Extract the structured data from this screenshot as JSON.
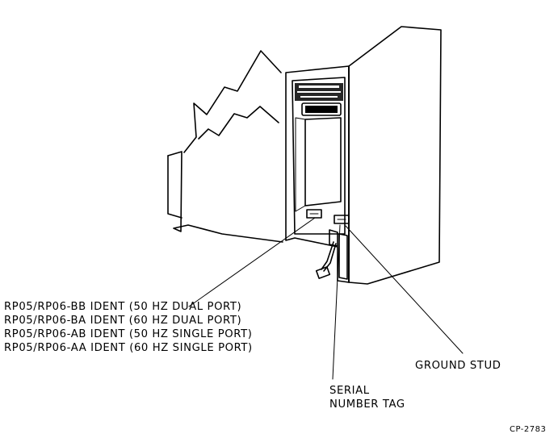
{
  "labels": {
    "ident_bb": "RP05/RP06-BB IDENT (50 HZ DUAL PORT)",
    "ident_ba": "RP05/RP06-BA IDENT (60 HZ DUAL PORT)",
    "ident_ab": "RP05/RP06-AB IDENT (50 HZ SINGLE PORT)",
    "ident_aa": "RP05/RP06-AA IDENT (60 HZ SINGLE PORT)",
    "ground_stud": "GROUND STUD",
    "serial_line1": "SERIAL",
    "serial_line2": "NUMBER TAG",
    "figure_id": "CP-2783"
  },
  "colors": {
    "ink": "#000000",
    "paper": "#ffffff"
  }
}
